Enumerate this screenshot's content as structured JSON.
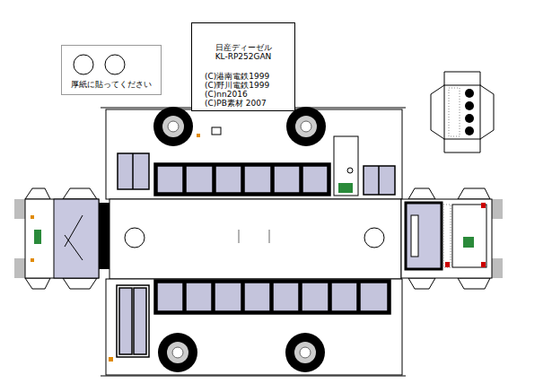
{
  "diagram": {
    "nodes": [
      {
        "text": [
          "日産ディーゼル",
          "KL-RP252GAN",
          "(C)港南電鉄1999",
          "(C)野川電鉄1999",
          "(C)nn2016",
          "(C)PB素材 2007"
        ]
      },
      {
        "text": [
          "厚紙に貼ってください"
        ]
      }
    ]
  }
}
